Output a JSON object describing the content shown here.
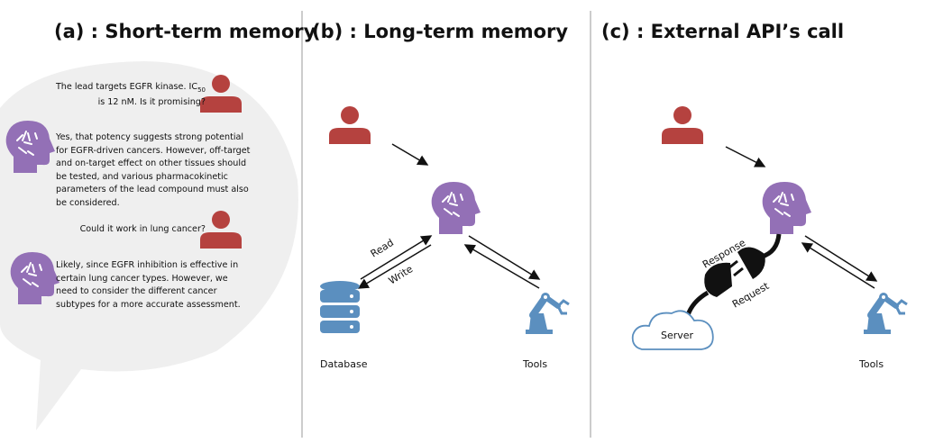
{
  "panels": [
    {
      "title": "(a) : Short-term memory"
    },
    {
      "title": "(b) : Long-term memory"
    },
    {
      "title": "(c) : External API’s call"
    }
  ],
  "chat": {
    "messages": [
      {
        "role": "user",
        "text_line1": "The lead targets EGFR kinase. IC",
        "subscript": "50",
        "text_line2": "is 12 nM. Is it promising?"
      },
      {
        "role": "ai",
        "text": "Yes, that potency suggests strong potential for EGFR-driven cancers. However, off-target and on-target effect on other tissues should be tested, and various pharmacokinetic parameters of the lead compound must also be considered."
      },
      {
        "role": "user",
        "text": "Could it work in lung cancer?"
      },
      {
        "role": "ai",
        "text": "Likely, since EGFR inhibition is effective in certain lung cancer types. However, we need to consider the different cancer subtypes for a more accurate assessment."
      }
    ]
  },
  "long_term": {
    "read": "Read",
    "write": "Write",
    "database": "Database",
    "tools": "Tools"
  },
  "api": {
    "response": "Response",
    "request": "Request",
    "server": "Server",
    "tools": "Tools"
  },
  "colors": {
    "user": "#b5423f",
    "ai": "#9370b6",
    "tool": "#5b8fbf",
    "bubble": "#efefef"
  },
  "icons": [
    "user-icon",
    "ai-head-icon",
    "database-icon",
    "robot-arm-icon",
    "cloud-icon",
    "plug-icon"
  ]
}
